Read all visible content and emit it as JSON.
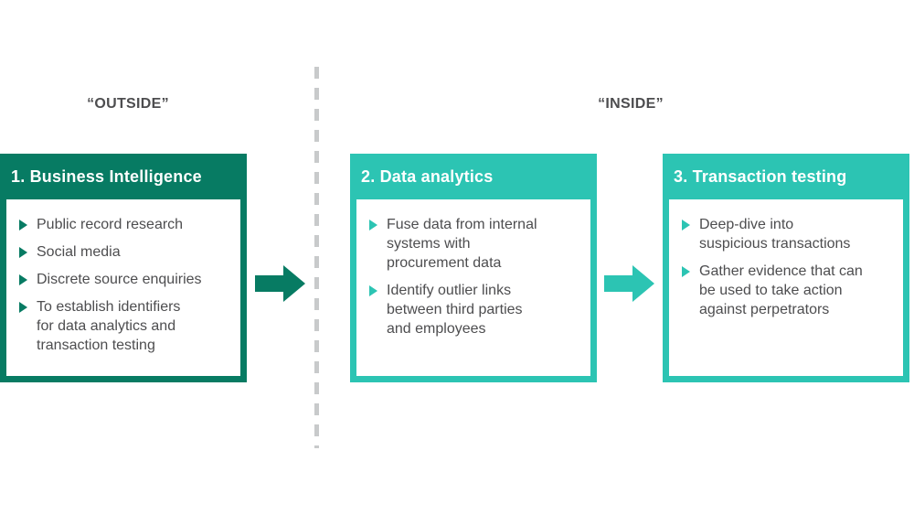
{
  "labels": {
    "outside": "“OUTSIDE”",
    "inside": "“INSIDE”"
  },
  "colors": {
    "dark_teal": "#077b63",
    "light_teal": "#2cc4b3",
    "text_gray": "#4d4d4f",
    "dash_gray": "#c8cacb"
  },
  "boxes": [
    {
      "title": "1. Business Intelligence",
      "zone": "outside",
      "items": [
        "Public record research",
        "Social media",
        "Discrete source enquiries",
        "To establish identifiers\nfor data analytics and\ntransaction testing"
      ]
    },
    {
      "title": "2. Data analytics",
      "zone": "inside",
      "items": [
        "Fuse data from internal\nsystems with\nprocurement data",
        "Identify outlier links\nbetween third parties\nand employees"
      ]
    },
    {
      "title": "3. Transaction testing",
      "zone": "inside",
      "items": [
        "Deep-dive into\nsuspicious transactions",
        "Gather evidence that can\nbe used to take action\nagainst perpetrators"
      ]
    }
  ],
  "arrows": [
    {
      "from": "business-intelligence",
      "to": "data-analytics"
    },
    {
      "from": "data-analytics",
      "to": "transaction-testing"
    }
  ]
}
